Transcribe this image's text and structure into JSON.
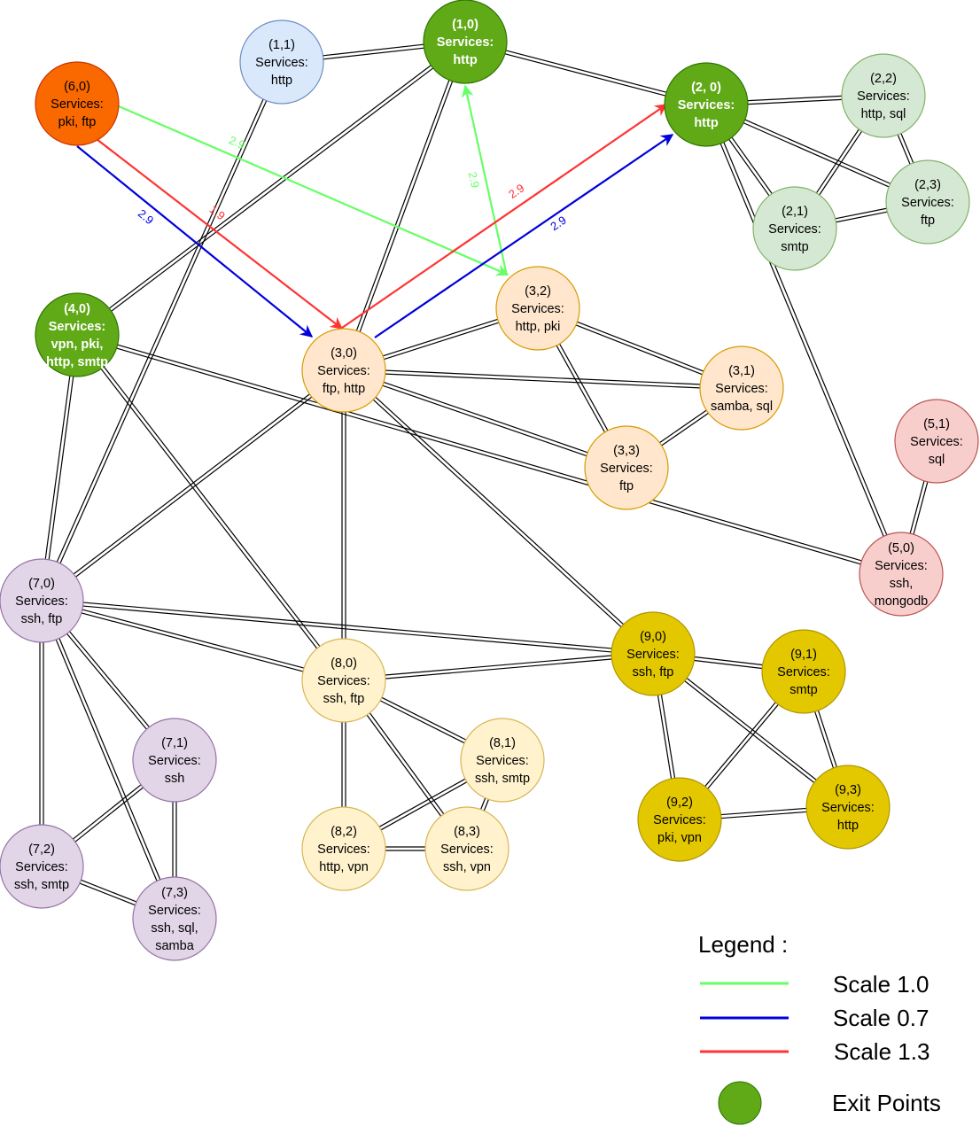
{
  "nodes": [
    {
      "id": "1,1",
      "lines": [
        "(1,1)",
        "Services:",
        "http"
      ],
      "fill": "#dae8fc",
      "stroke": "#6c8ebf",
      "text": "#000000",
      "bold": false
    },
    {
      "id": "1,0",
      "lines": [
        "(1,0)",
        "Services:",
        "http"
      ],
      "fill": "#60a917",
      "stroke": "#2d7600",
      "text": "#ffffff",
      "bold": true
    },
    {
      "id": "6,0",
      "lines": [
        "(6,0)",
        "Services:",
        "pki, ftp"
      ],
      "fill": "#fa6800",
      "stroke": "#c73500",
      "text": "#000000",
      "bold": false
    },
    {
      "id": "2,0",
      "lines": [
        "(2, 0)",
        "Services:",
        "http"
      ],
      "fill": "#60a917",
      "stroke": "#2d7600",
      "text": "#ffffff",
      "bold": true
    },
    {
      "id": "2,2",
      "lines": [
        "(2,2)",
        "Services:",
        "http, sql"
      ],
      "fill": "#d5e8d4",
      "stroke": "#82b366",
      "text": "#000000",
      "bold": false
    },
    {
      "id": "2,3",
      "lines": [
        "(2,3)",
        "Services:",
        "ftp"
      ],
      "fill": "#d5e8d4",
      "stroke": "#82b366",
      "text": "#000000",
      "bold": false
    },
    {
      "id": "2,1",
      "lines": [
        "(2,1)",
        "Services:",
        "smtp"
      ],
      "fill": "#d5e8d4",
      "stroke": "#82b366",
      "text": "#000000",
      "bold": false
    },
    {
      "id": "4,0",
      "lines": [
        "(4,0)",
        "Services:",
        "vpn, pki,",
        "http, smtp"
      ],
      "fill": "#60a917",
      "stroke": "#2d7600",
      "text": "#ffffff",
      "bold": true
    },
    {
      "id": "3,2",
      "lines": [
        "(3,2)",
        "Services:",
        "http, pki"
      ],
      "fill": "#ffe6cc",
      "stroke": "#d79b00",
      "text": "#000000",
      "bold": false
    },
    {
      "id": "3,0",
      "lines": [
        "(3,0)",
        "Services:",
        "ftp, http"
      ],
      "fill": "#ffe6cc",
      "stroke": "#d79b00",
      "text": "#000000",
      "bold": false
    },
    {
      "id": "3,1",
      "lines": [
        "(3,1)",
        "Services:",
        "samba, sql"
      ],
      "fill": "#ffe6cc",
      "stroke": "#d79b00",
      "text": "#000000",
      "bold": false
    },
    {
      "id": "3,3",
      "lines": [
        "(3,3)",
        "Services:",
        "ftp"
      ],
      "fill": "#ffe6cc",
      "stroke": "#d79b00",
      "text": "#000000",
      "bold": false
    },
    {
      "id": "5,1",
      "lines": [
        "(5,1)",
        "Services:",
        "sql"
      ],
      "fill": "#f8cecc",
      "stroke": "#b85450",
      "text": "#000000",
      "bold": false
    },
    {
      "id": "5,0",
      "lines": [
        "(5,0)",
        "Services:",
        "ssh,",
        "mongodb"
      ],
      "fill": "#f8cecc",
      "stroke": "#b85450",
      "text": "#000000",
      "bold": false
    },
    {
      "id": "7,0",
      "lines": [
        "(7,0)",
        "Services:",
        "ssh, ftp"
      ],
      "fill": "#e1d5e7",
      "stroke": "#9673a6",
      "text": "#000000",
      "bold": false
    },
    {
      "id": "8,0",
      "lines": [
        "(8,0)",
        "Services:",
        "ssh, ftp"
      ],
      "fill": "#fff2cc",
      "stroke": "#d6b656",
      "text": "#000000",
      "bold": false
    },
    {
      "id": "9,0",
      "lines": [
        "(9,0)",
        "Services:",
        "ssh, ftp"
      ],
      "fill": "#e3c800",
      "stroke": "#b09500",
      "text": "#000000",
      "bold": false
    },
    {
      "id": "9,1",
      "lines": [
        "(9,1)",
        "Services:",
        "smtp"
      ],
      "fill": "#e3c800",
      "stroke": "#b09500",
      "text": "#000000",
      "bold": false
    },
    {
      "id": "7,1",
      "lines": [
        "(7,1)",
        "Services:",
        "ssh"
      ],
      "fill": "#e1d5e7",
      "stroke": "#9673a6",
      "text": "#000000",
      "bold": false
    },
    {
      "id": "8,1",
      "lines": [
        "(8,1)",
        "Services:",
        "ssh, smtp"
      ],
      "fill": "#fff2cc",
      "stroke": "#d6b656",
      "text": "#000000",
      "bold": false
    },
    {
      "id": "9,2",
      "lines": [
        "(9,2)",
        "Services:",
        "pki, vpn"
      ],
      "fill": "#e3c800",
      "stroke": "#b09500",
      "text": "#000000",
      "bold": false
    },
    {
      "id": "9,3",
      "lines": [
        "(9,3)",
        "Services:",
        "http"
      ],
      "fill": "#e3c800",
      "stroke": "#b09500",
      "text": "#000000",
      "bold": false
    },
    {
      "id": "7,2",
      "lines": [
        "(7,2)",
        "Services:",
        "ssh, smtp"
      ],
      "fill": "#e1d5e7",
      "stroke": "#9673a6",
      "text": "#000000",
      "bold": false
    },
    {
      "id": "8,2",
      "lines": [
        "(8,2)",
        "Services:",
        "http, vpn"
      ],
      "fill": "#fff2cc",
      "stroke": "#d6b656",
      "text": "#000000",
      "bold": false
    },
    {
      "id": "8,3",
      "lines": [
        "(8,3)",
        "Services:",
        "ssh, vpn"
      ],
      "fill": "#fff2cc",
      "stroke": "#d6b656",
      "text": "#000000",
      "bold": false
    },
    {
      "id": "7,3",
      "lines": [
        "(7,3)",
        "Services:",
        "ssh, sql,",
        "samba"
      ],
      "fill": "#e1d5e7",
      "stroke": "#9673a6",
      "text": "#000000",
      "bold": false
    }
  ],
  "links": [
    [
      "1,1",
      "1,0"
    ],
    [
      "1,0",
      "2,0"
    ],
    [
      "1,0",
      "3,0"
    ],
    [
      "1,0",
      "4,0"
    ],
    [
      "1,1",
      "7,0"
    ],
    [
      "2,0",
      "2,2"
    ],
    [
      "2,0",
      "2,3"
    ],
    [
      "2,0",
      "2,1"
    ],
    [
      "2,0",
      "5,0"
    ],
    [
      "2,2",
      "2,1"
    ],
    [
      "2,2",
      "2,3"
    ],
    [
      "2,1",
      "2,3"
    ],
    [
      "4,0",
      "7,0"
    ],
    [
      "4,0",
      "8,0"
    ],
    [
      "4,0",
      "5,0"
    ],
    [
      "3,0",
      "3,2"
    ],
    [
      "3,0",
      "3,1"
    ],
    [
      "3,0",
      "3,3"
    ],
    [
      "3,0",
      "7,0"
    ],
    [
      "3,0",
      "8,0"
    ],
    [
      "3,0",
      "9,0"
    ],
    [
      "3,2",
      "3,1"
    ],
    [
      "3,2",
      "3,3"
    ],
    [
      "3,1",
      "3,3"
    ],
    [
      "5,1",
      "5,0"
    ],
    [
      "7,0",
      "9,0"
    ],
    [
      "7,0",
      "8,0"
    ],
    [
      "7,0",
      "7,2"
    ],
    [
      "7,0",
      "7,3"
    ],
    [
      "7,0",
      "7,1"
    ],
    [
      "7,1",
      "7,2"
    ],
    [
      "7,1",
      "7,3"
    ],
    [
      "7,2",
      "7,3"
    ],
    [
      "8,0",
      "9,0"
    ],
    [
      "8,0",
      "8,2"
    ],
    [
      "8,0",
      "8,3"
    ],
    [
      "8,0",
      "8,1"
    ],
    [
      "8,1",
      "8,2"
    ],
    [
      "8,1",
      "8,3"
    ],
    [
      "8,2",
      "8,3"
    ],
    [
      "9,0",
      "9,1"
    ],
    [
      "9,0",
      "9,2"
    ],
    [
      "9,0",
      "9,3"
    ],
    [
      "9,1",
      "9,2"
    ],
    [
      "9,1",
      "9,3"
    ],
    [
      "9,2",
      "9,3"
    ]
  ],
  "paths": [
    {
      "from": "6,0",
      "to": "3,2",
      "color": "#66ff66",
      "label": "2.9"
    },
    {
      "from": "6,0",
      "to": "3,0",
      "color": "#ff3333",
      "label": "1.9"
    },
    {
      "from": "6,0",
      "to": "3,0",
      "color": "#0000dd",
      "label": "2.9"
    },
    {
      "from": "3,2",
      "to": "1,0",
      "color": "#66ff66",
      "label": "2.9"
    },
    {
      "from": "3,0",
      "to": "2,0",
      "color": "#ff3333",
      "label": "2.9"
    },
    {
      "from": "3,0",
      "to": "2,0",
      "color": "#0000dd",
      "label": "2.9"
    }
  ],
  "legend": {
    "title": "Legend :",
    "items": [
      {
        "label": "Scale 1.0",
        "color": "#66ff66"
      },
      {
        "label": "Scale 0.7",
        "color": "#0000dd"
      },
      {
        "label": "Scale 1.3",
        "color": "#ff3333"
      }
    ],
    "exit_label": "Exit Points",
    "exit_color": "#60a917"
  }
}
